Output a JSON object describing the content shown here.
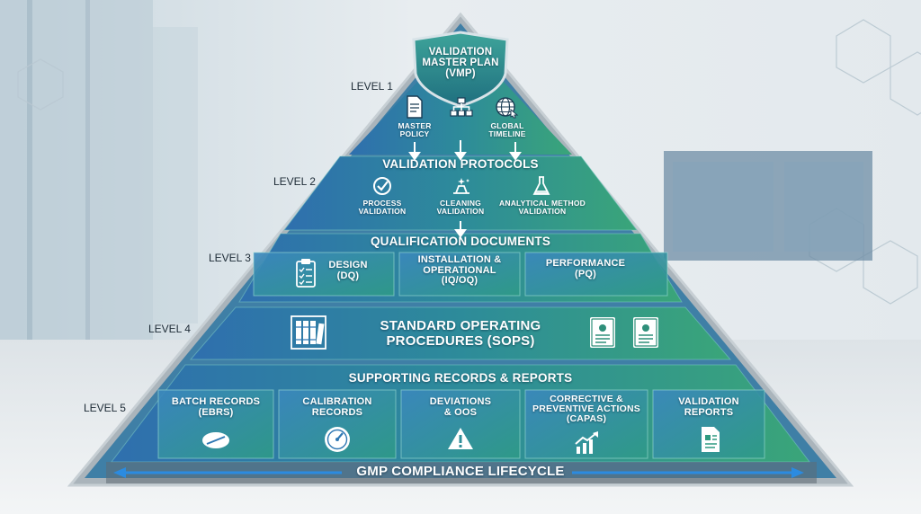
{
  "levels": [
    "LEVEL 1",
    "LEVEL 2",
    "LEVEL 3",
    "LEVEL 4",
    "LEVEL 5"
  ],
  "apex": {
    "line1": "VALIDATION",
    "line2": "MASTER PLAN",
    "line3": "(VMP)"
  },
  "level1_items": [
    {
      "label_line1": "MASTER",
      "label_line2": "POLICY",
      "icon": "document-icon"
    },
    {
      "label_line1": "",
      "label_line2": "",
      "icon": "org-chart-icon"
    },
    {
      "label_line1": "GLOBAL",
      "label_line2": "TIMELINE",
      "icon": "globe-icon"
    }
  ],
  "level2": {
    "title": "VALIDATION PROTOCOLS",
    "items": [
      {
        "line1": "PROCESS",
        "line2": "VALIDATION",
        "icon": "check-circle-icon"
      },
      {
        "line1": "CLEANING",
        "line2": "VALIDATION",
        "icon": "sparkle-cleaning-icon"
      },
      {
        "line1": "ANALYTICAL METHOD",
        "line2": "VALIDATION",
        "icon": "flask-icon"
      }
    ]
  },
  "level3": {
    "title": "QUALIFICATION DOCUMENTS",
    "items": [
      {
        "line1": "DESIGN",
        "line2": "(DQ)",
        "icon": "clipboard-checklist-icon"
      },
      {
        "line1": "INSTALLATION &",
        "line2": "OPERATIONAL",
        "line3": "(IQ/OQ)"
      },
      {
        "line1": "PERFORMANCE",
        "line2": "(PQ)"
      }
    ]
  },
  "level4": {
    "line1": "STANDARD OPERATING",
    "line2": "PROCEDURES (SOPs)",
    "icons": [
      "binders-icon",
      "manual-book-icon",
      "manual-book-icon"
    ]
  },
  "level5": {
    "title": "SUPPORTING RECORDS & REPORTS",
    "items": [
      {
        "line1": "BATCH RECORDS",
        "line2": "(eBRs)",
        "icon": "pill-icon"
      },
      {
        "line1": "CALIBRATION",
        "line2": "RECORDS",
        "icon": "gauge-icon"
      },
      {
        "line1": "DEVIATIONS",
        "line2": "& OOS",
        "icon": "warning-icon"
      },
      {
        "line1": "CORRECTIVE &",
        "line2": "PREVENTIVE ACTIONS",
        "line3": "(CAPAs)",
        "icon": "growth-chart-icon"
      },
      {
        "line1": "VALIDATION",
        "line2": "REPORTS",
        "icon": "report-icon"
      }
    ]
  },
  "footer": {
    "label": "GMP COMPLIANCE LIFECYCLE"
  },
  "colors": {
    "blue": "#2f78b4",
    "teal": "#2f8f9a",
    "green": "#3aa27a",
    "frame": "#9aa6ae"
  }
}
